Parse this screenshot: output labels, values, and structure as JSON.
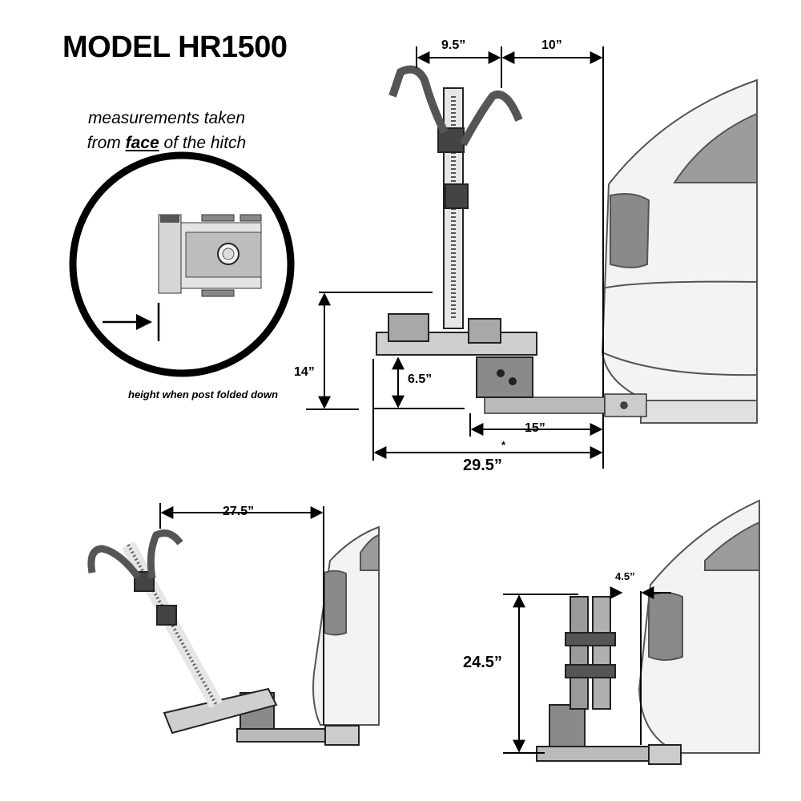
{
  "title": "MODEL HR1500",
  "note": {
    "line1": "measurements taken",
    "line2_prefix": "from ",
    "line2_emphasis": "face",
    "line2_suffix": " of the hitch"
  },
  "dimensions": {
    "post_spacing": "9.5”",
    "post_to_hitch_face": "10”",
    "height_folded": "14”",
    "platform_height": "6.5”",
    "hitch_to_mount": "15”",
    "total_length_marker": "*",
    "total_length": "29.5”",
    "tilted_length": "27.5”",
    "folded_clearance": "4.5”",
    "folded_height": "24.5”"
  },
  "caption": "height when post folded down"
}
